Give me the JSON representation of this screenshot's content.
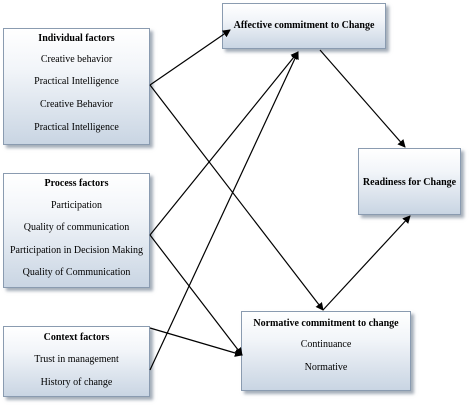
{
  "individual": {
    "title": "Individual factors",
    "items": [
      "Creative behavior",
      "Practical Intelligence",
      "Creative Behavior",
      "Practical Intelligence"
    ]
  },
  "process": {
    "title": "Process factors",
    "items": [
      "Participation",
      "Quality of communication",
      "Participation in Decision Making",
      "Quality of Communication"
    ]
  },
  "context": {
    "title": "Context factors",
    "items": [
      "Trust in management",
      "History of change"
    ]
  },
  "affective": {
    "title": "Affective commitment to Change"
  },
  "readiness": {
    "title": "Readiness for Change"
  },
  "normative": {
    "title": "Normative commitment to change",
    "items": [
      "Continuance",
      "Normative"
    ]
  },
  "colors": {
    "box_border": "#8a9bb0",
    "box_gradient_bottom": "#c9d5e3",
    "arrow": "#000000"
  }
}
